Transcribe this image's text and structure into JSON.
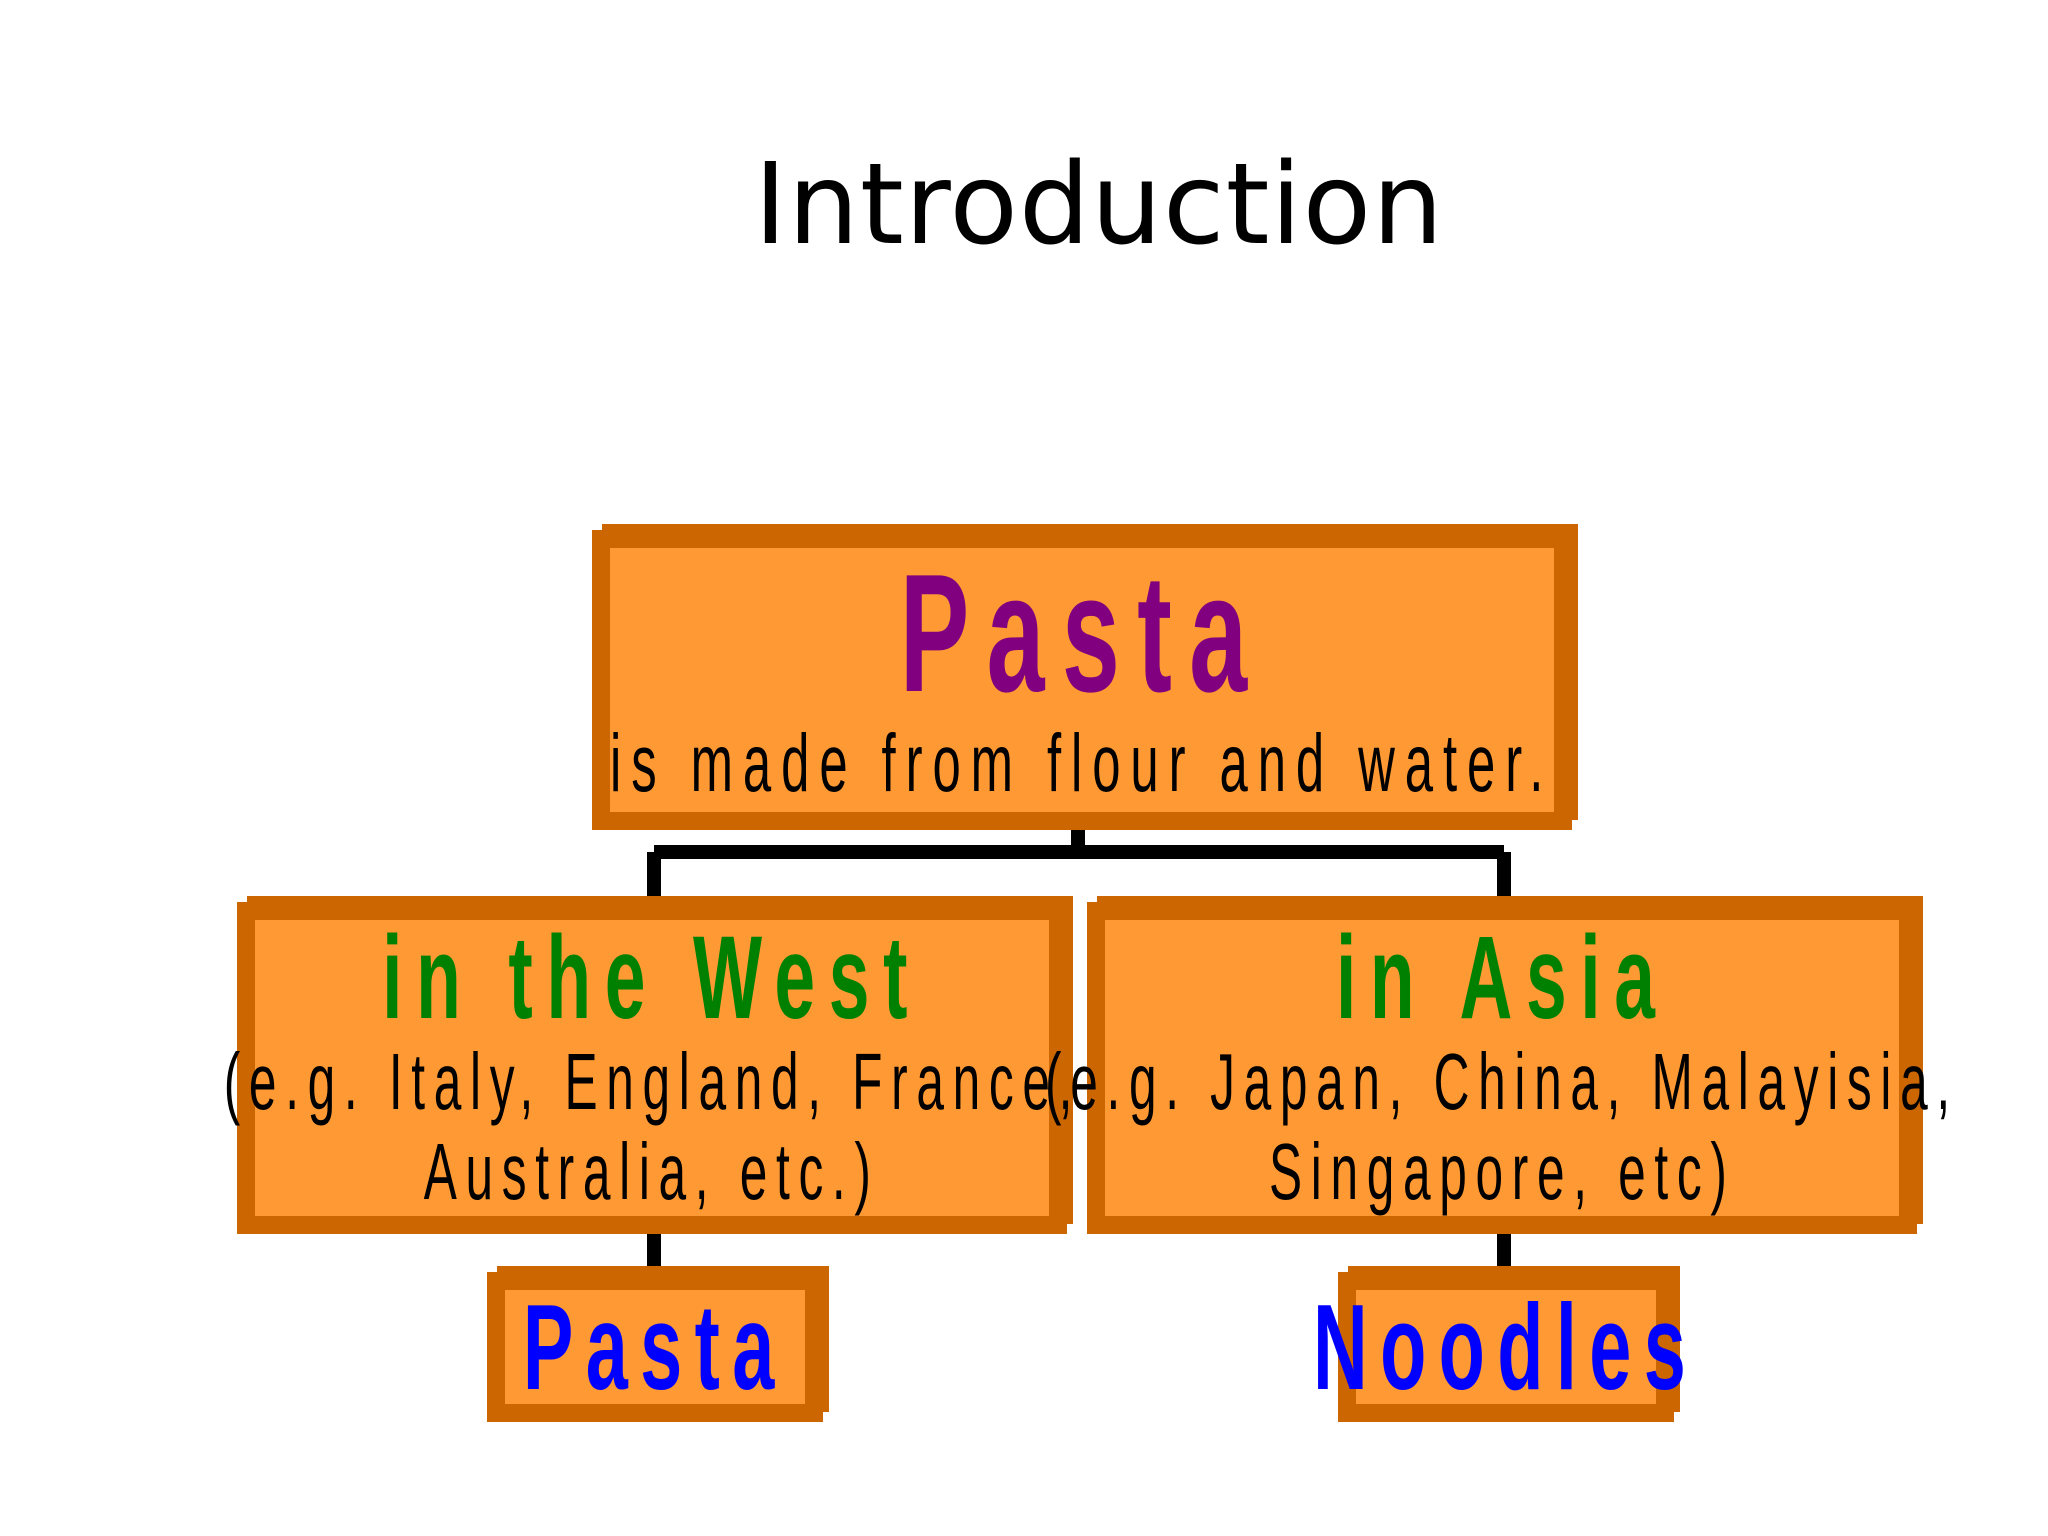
{
  "title": "Introduction",
  "diagram": {
    "root": {
      "heading": "Pasta",
      "subtext": "is made from flour and water."
    },
    "west": {
      "heading": "in the West",
      "line1": "(e.g. Italy, England, France,",
      "line2": "Australia, etc.)"
    },
    "asia": {
      "heading": "in Asia",
      "line1": "(e.g. Japan, China, Malayisia,",
      "line2": "Singapore, etc)"
    },
    "west_leaf": {
      "heading": "Pasta"
    },
    "asia_leaf": {
      "heading": "Noodles"
    }
  },
  "colors": {
    "box_fill": "#FF9933",
    "box_border": "#CC6600",
    "root_heading": "#800080",
    "branch_heading": "#008000",
    "leaf_heading": "#0000FF",
    "connector": "#000000"
  }
}
